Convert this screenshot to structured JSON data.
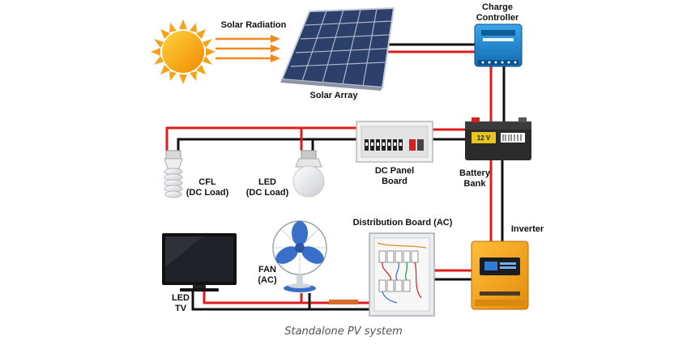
{
  "labels": {
    "solar_radiation": "Solar Radiation",
    "solar_array": "Solar Array",
    "charge_controller": [
      "Charge",
      "Controller"
    ],
    "battery_bank": [
      "Battery",
      "Bank"
    ],
    "battery_voltage": "12 V",
    "dc_panel_board": [
      "DC Panel",
      "Board"
    ],
    "cfl": [
      "CFL",
      "(DC Load)"
    ],
    "led": [
      "LED",
      "(DC Load)"
    ],
    "inverter": "Inverter",
    "distribution_board": "Distribution Board (AC)",
    "fan": [
      "FAN",
      "(AC)"
    ],
    "led_tv": [
      "LED",
      "TV"
    ]
  },
  "caption": "Standalone PV system",
  "colors": {
    "positive_wire": "#e01b1b",
    "negative_wire": "#111111",
    "sun": "#f7a21b",
    "panel": "#2d3f6b",
    "controller": "#1e8fd8",
    "inverter": "#f5a623",
    "fan": "#3a6fc9"
  }
}
